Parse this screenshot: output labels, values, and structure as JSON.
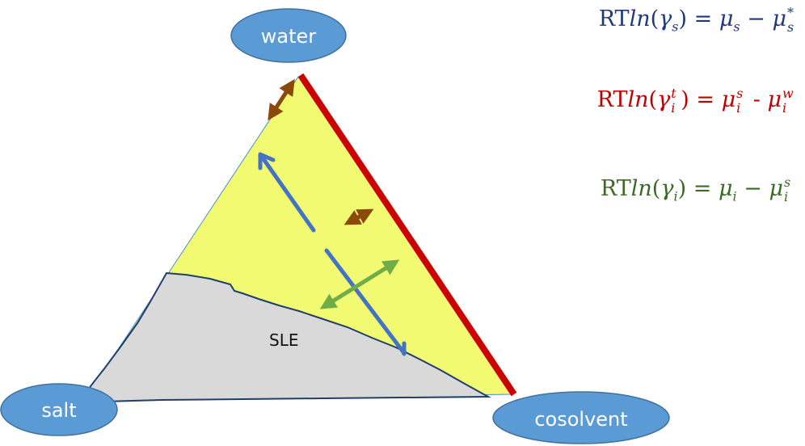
{
  "colors": {
    "node_fill": "#5b9bd5",
    "node_stroke": "#41719c",
    "triangle_fill": "#f2fa72",
    "sle_fill": "#d9d9d9",
    "sle_stroke": "#1f3f6a",
    "red_edge": "#cc0000",
    "blue_arrow": "#4472c4",
    "green_arrow": "#70ad47",
    "brown_arrow": "#8b4a0b",
    "eq1_color": "#1f3a7a",
    "eq2_color": "#c00000",
    "eq3_color": "#3a6a24"
  },
  "nodes": {
    "water": "water",
    "salt": "salt",
    "cosolvent": "cosolvent"
  },
  "regions": {
    "sle": "SLE"
  },
  "equations": {
    "eq1": {
      "prefix": "RT",
      "ln": "ln",
      "open": "(",
      "gamma": "γ",
      "gamma_sub": "s",
      "close": ")",
      "eq": " = ",
      "mu1": "μ",
      "mu1_sub": "s",
      "minus": " − ",
      "mu2": "μ",
      "mu2_sup": "*",
      "mu2_sub": "s"
    },
    "eq2": {
      "prefix": "RT",
      "ln": "ln",
      "open": "(",
      "gamma": "γ",
      "gamma_sup": "t",
      "gamma_sub": "i",
      "close": ")",
      "eq": " = ",
      "mu1": "μ",
      "mu1_sup": "s",
      "mu1_sub": "i",
      "minus": " - ",
      "mu2": "μ",
      "mu2_sup": "w",
      "mu2_sub": "i"
    },
    "eq3": {
      "prefix": "RT",
      "ln": "ln",
      "open": "(",
      "gamma": "γ",
      "gamma_sub": "i",
      "close": ")",
      "eq": " = ",
      "mu1": "μ",
      "mu1_sub": "i",
      "minus": " − ",
      "mu2": "μ",
      "mu2_sup": "s",
      "mu2_sub": "i"
    }
  }
}
